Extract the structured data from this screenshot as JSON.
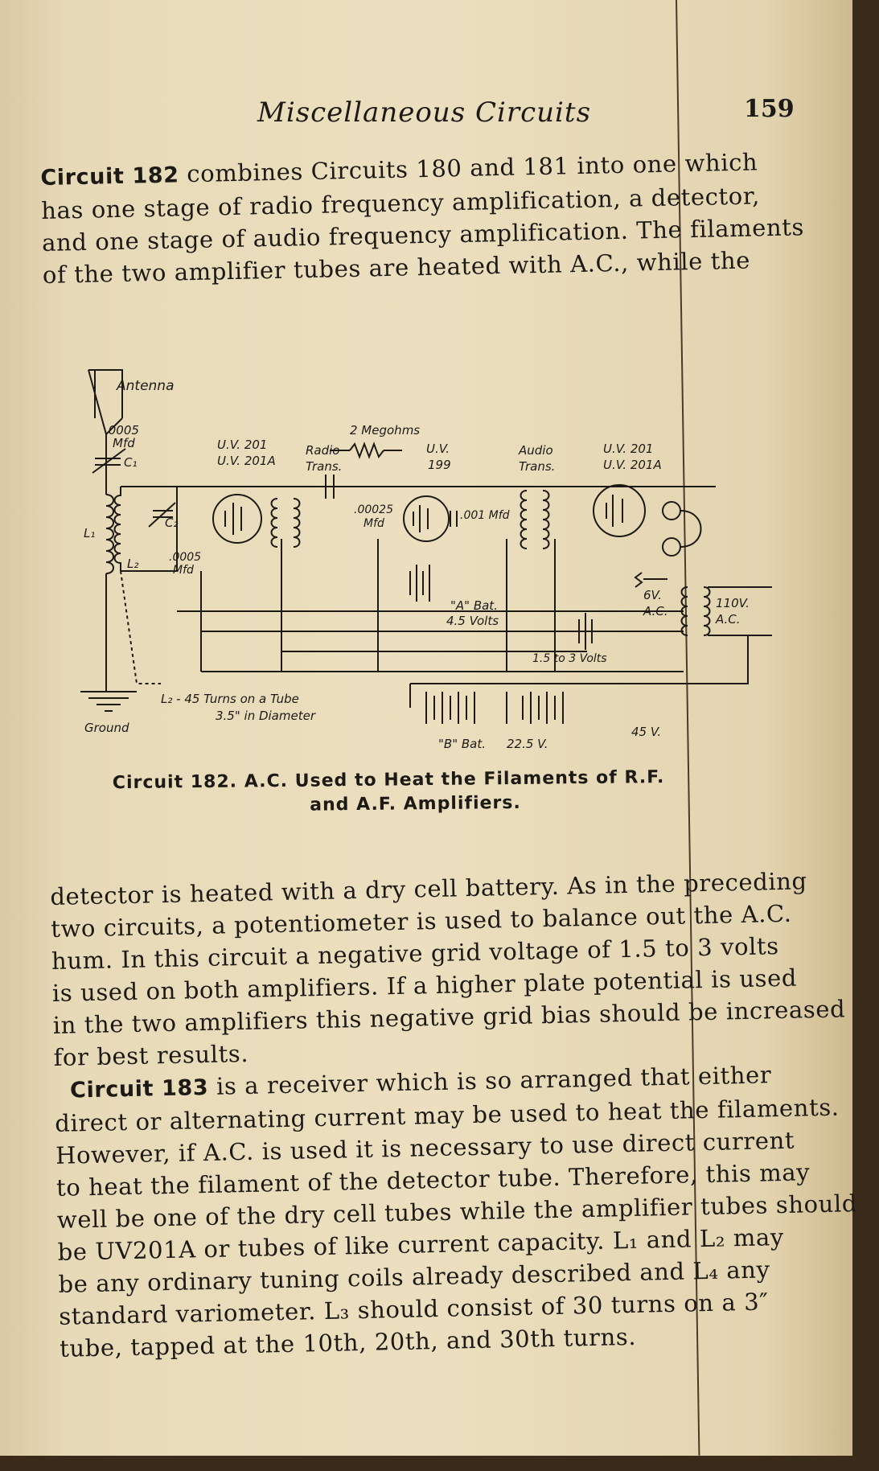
{
  "header": {
    "title": "Miscellaneous Circuits",
    "page_number": "159"
  },
  "paragraph1": {
    "lead": "Circuit 182",
    "lines": [
      " combines Circuits 180 and 181 into one which",
      "has one stage of radio frequency amplification, a detector,",
      "and one stage of audio frequency amplification.  The filaments",
      "of the two amplifier tubes are heated with A.C., while the"
    ]
  },
  "diagram": {
    "antenna": "Antenna",
    "c1_value": ".0005",
    "c1_unit": "Mfd",
    "c1": "C₁",
    "l1": "L₁",
    "c2": "C₂",
    "l2": "L₂",
    "c2_value": ".0005",
    "c2_unit": "Mfd",
    "tube1_a": "U.V. 201",
    "tube1_b": "U.V. 201A",
    "radio_trans_a": "Radio",
    "radio_trans_b": "Trans.",
    "grid_leak": "2 Megohms",
    "grid_cond_value": ".00025",
    "grid_cond_unit": "Mfd",
    "tube2_a": "U.V.",
    "tube2_b": "199",
    "bypass": ".001 Mfd",
    "audio_trans_a": "Audio",
    "audio_trans_b": "Trans.",
    "tube3_a": "U.V. 201",
    "tube3_b": "U.V. 201A",
    "a_bat": "\"A\" Bat.",
    "a_bat_volts": "4.5 Volts",
    "c_bat": "1.5 to 3 Volts",
    "ac_6v_a": "6V.",
    "ac_6v_b": "A.C.",
    "line_ac_a": "110V.",
    "line_ac_b": "A.C.",
    "l2_note_a": "L₂ - 45 Turns on a Tube",
    "l2_note_b": "3.5\" in Diameter",
    "ground": "Ground",
    "b_bat": "\"B\" Bat.",
    "b_volts1": "22.5 V.",
    "b_volts2": "45 V."
  },
  "caption": {
    "line1": "Circuit 182.  A.C. Used to Heat the Filaments of R.F.",
    "line2": "and A.F. Amplifiers."
  },
  "paragraph2": {
    "lines_before": [
      "detector is heated with a dry cell battery. As in the preceding",
      "two circuits, a potentiometer is used to balance out the A.C.",
      "hum.  In this circuit a negative grid voltage of 1.5 to 3 volts",
      "is used on both amplifiers.  If a higher plate potential is used",
      "in the two amplifiers this negative grid bias should be increased",
      "for best results."
    ],
    "lead": "Circuit 183",
    "lead_rest": " is a receiver which is so arranged that either",
    "lines_after": [
      "direct or alternating current may be used to heat the filaments.",
      "However, if A.C. is used it is necessary to use direct current",
      "to heat the filament of the detector tube.  Therefore, this may",
      "well be one of the dry cell tubes while the amplifier tubes should",
      "be UV201A or tubes of like current capacity.  L₁ and L₂ may",
      "be any ordinary tuning coils already described and L₄ any",
      "standard variometer.  L₃ should consist of 30 turns on a 3″",
      "tube, tapped at the 10th, 20th, and 30th turns."
    ]
  }
}
